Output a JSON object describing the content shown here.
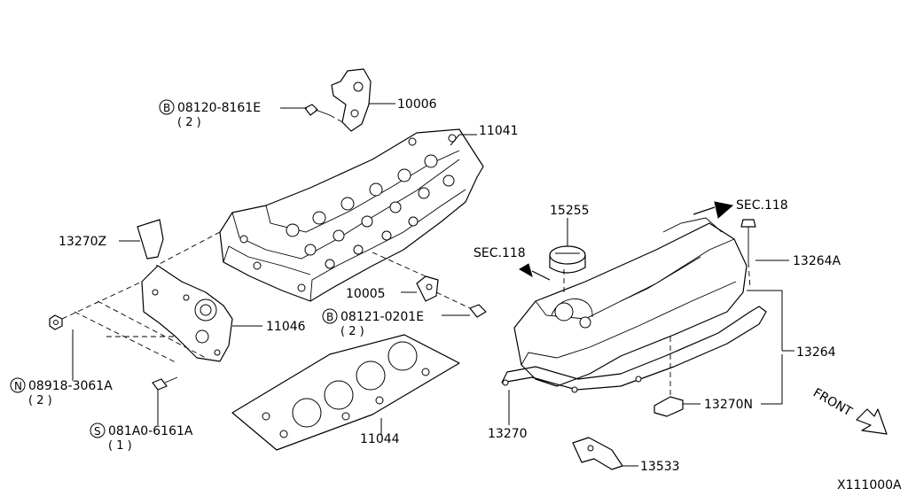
{
  "figure_code": "X111000A",
  "front_label": "FRONT",
  "callouts": {
    "bolt_cover_bracket": {
      "prefix": "B",
      "number": "08120-8161E",
      "qty": "( 2 )"
    },
    "bracket_10006": "10006",
    "head_11041": "11041",
    "cap_15255": "15255",
    "sec_118_right": "SEC.118",
    "sec_118_left": "SEC.118",
    "bolt_13264a": "13264A",
    "seal_13270z": "13270Z",
    "bracket_10005": "10005",
    "bolt_head": {
      "prefix": "B",
      "number": "08121-0201E",
      "qty": "( 2 )"
    },
    "cover_11046": "11046",
    "nut_front": {
      "prefix": "N",
      "number": "08918-3061A",
      "qty": "( 2 )"
    },
    "bolt_front": {
      "prefix": "S",
      "number": "081A0-6161A",
      "qty": "( 1 )"
    },
    "gasket_11044": "11044",
    "rocker_13264": "13264",
    "gasket_13270n": "13270N",
    "gasket_13270": "13270",
    "bracket_13533": "13533"
  }
}
